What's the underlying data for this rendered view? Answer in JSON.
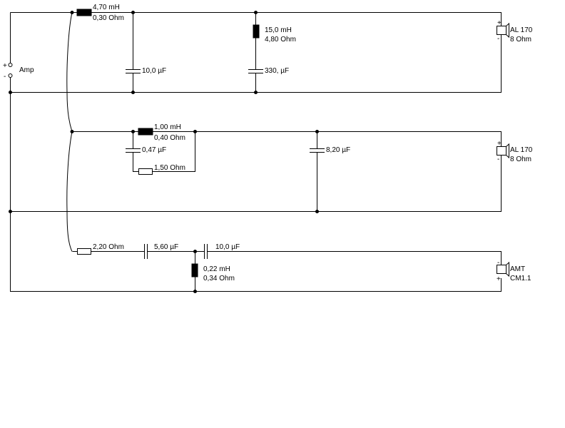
{
  "amp": {
    "label": "Amp",
    "plus": "+",
    "minus": "-"
  },
  "branch1": {
    "l1": {
      "value": "4,70 mH",
      "resistance": "0,30 Ohm"
    },
    "c1": {
      "value": "10,0 µF"
    },
    "l2": {
      "value": "15,0 mH",
      "resistance": "4,80 Ohm"
    },
    "c2": {
      "value": "330, µF"
    },
    "speaker": {
      "name": "AL 170",
      "impedance": "8 Ohm",
      "plus": "+",
      "minus": "-"
    }
  },
  "branch2": {
    "l1": {
      "value": "1,00 mH",
      "resistance": "0,40 Ohm"
    },
    "c1": {
      "value": "0,47 µF"
    },
    "r1": {
      "value": "1,50 Ohm"
    },
    "c2": {
      "value": "8,20 µF"
    },
    "speaker": {
      "name": "AL 170",
      "impedance": "8 Ohm",
      "plus": "+",
      "minus": "-"
    }
  },
  "branch3": {
    "r1": {
      "value": "2,20 Ohm"
    },
    "c1": {
      "value": "5,60 µF"
    },
    "c2": {
      "value": "10,0 µF"
    },
    "l1": {
      "value": "0,22 mH",
      "resistance": "0,34 Ohm"
    },
    "speaker": {
      "name": "AMT",
      "impedance": "CM1.1",
      "plus": "+",
      "minus": "-"
    }
  }
}
